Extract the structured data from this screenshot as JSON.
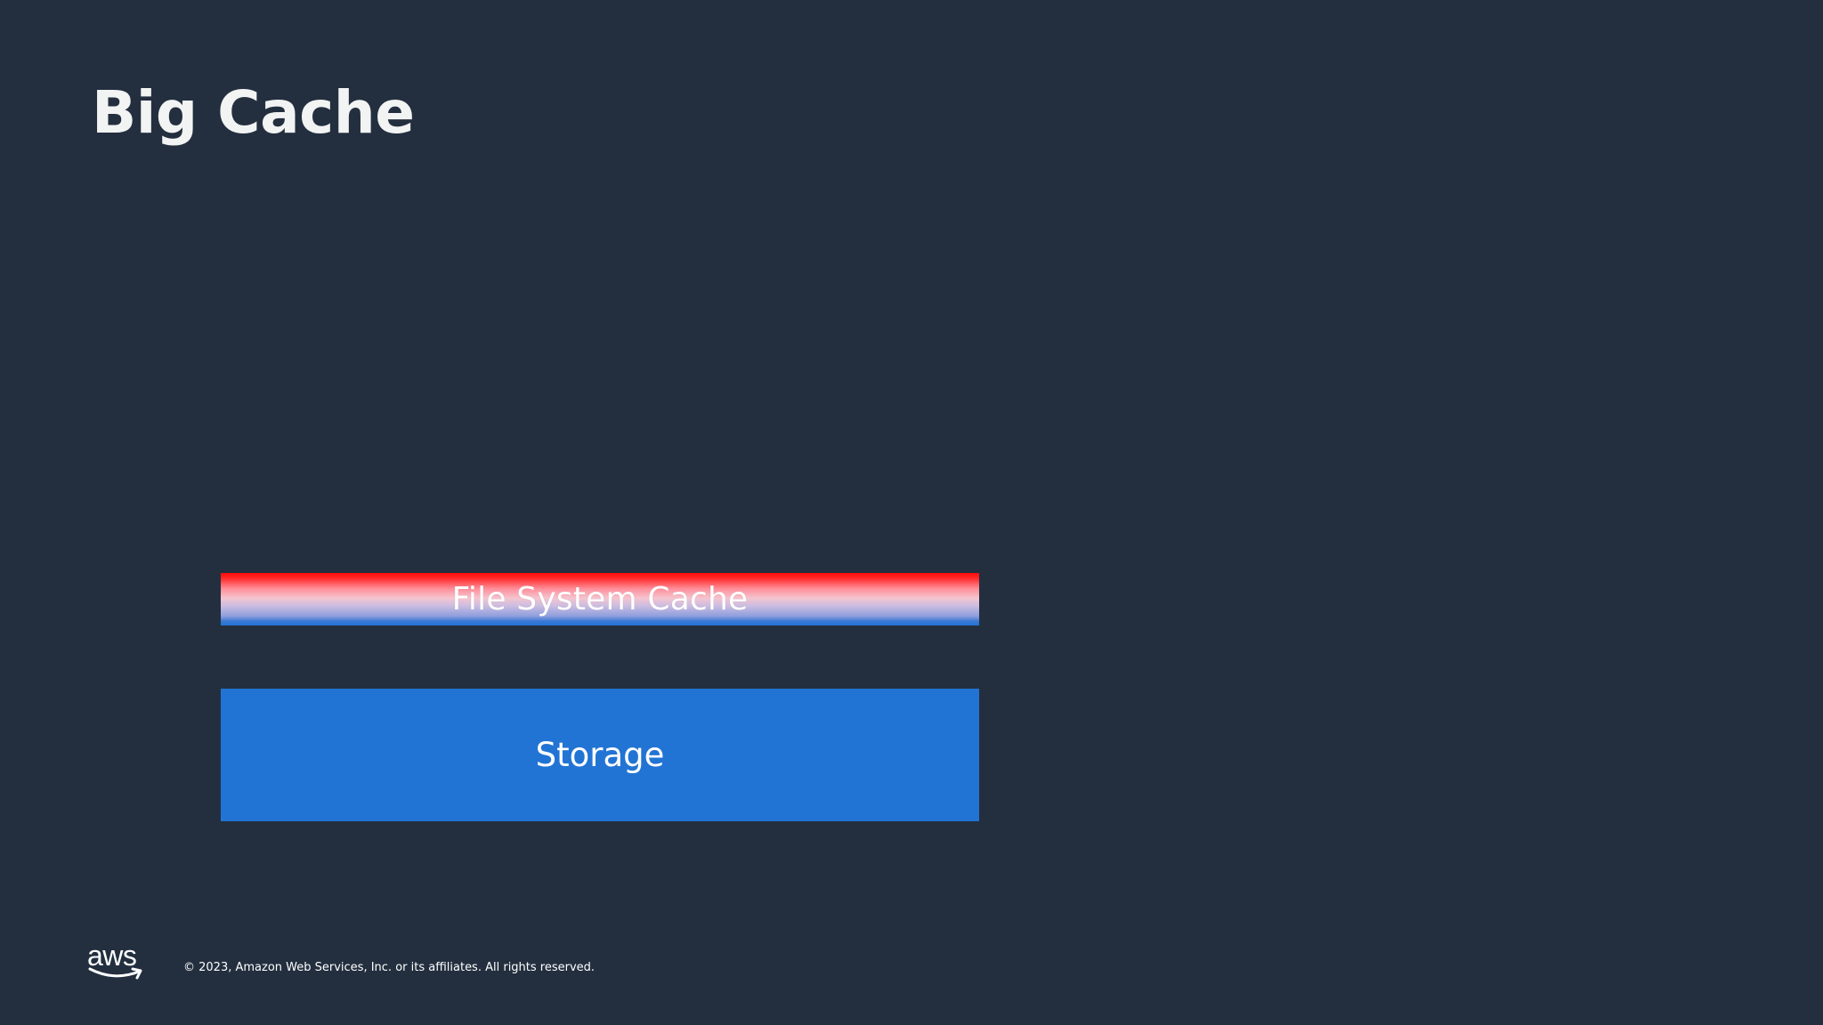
{
  "slide": {
    "title": "Big Cache"
  },
  "diagram": {
    "layers": [
      {
        "label": "File System Cache"
      },
      {
        "label": "Storage"
      }
    ]
  },
  "footer": {
    "logo_text": "aws",
    "copyright": "© 2023, Amazon Web Services, Inc. or its affiliates. All rights reserved."
  },
  "colors": {
    "background": "#232f3f",
    "storage_blue": "#2274d4",
    "cache_gradient_top": "#ff0a0a",
    "text": "#ffffff"
  }
}
